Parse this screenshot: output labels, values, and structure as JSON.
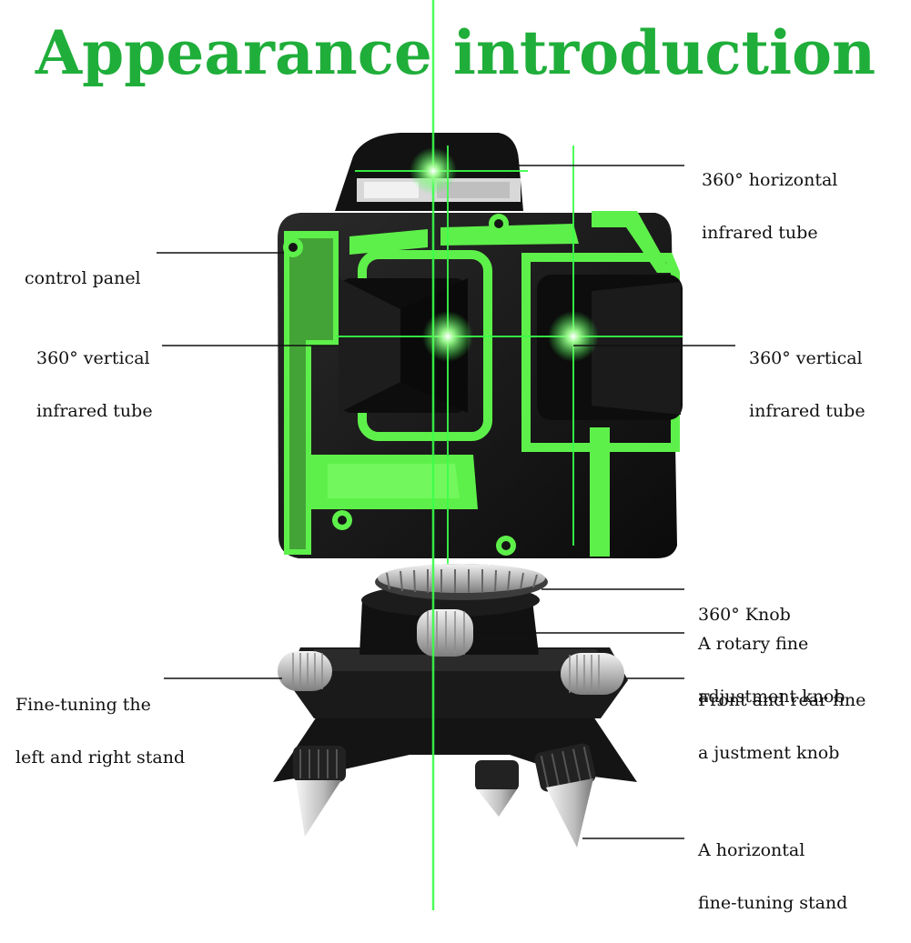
{
  "title": "Appearance introduction",
  "labels": {
    "horizontal_tube": [
      "360° horizontal",
      "infrared tube"
    ],
    "control_panel": [
      "control panel"
    ],
    "vertical_tube_left": [
      "360° vertical",
      "infrared tube"
    ],
    "vertical_tube_right": [
      "360° vertical",
      "infrared tube"
    ],
    "knob": [
      "360° Knob"
    ],
    "rotary_fine": [
      "A rotary fine",
      "adjustment knob"
    ],
    "fine_tuning_lr": [
      "Fine-tuning the",
      "left and right stand"
    ],
    "front_rear": [
      "Front and rear fine",
      "a justment knob"
    ],
    "horizontal_stand": [
      "A horizontal",
      "fine-tuning stand"
    ]
  },
  "colors": {
    "title": "#1fae3a",
    "accent_green": "#5ef04a",
    "laser": "#39ff4a",
    "body_black": "#161616",
    "metal": "#c9c9c9"
  }
}
